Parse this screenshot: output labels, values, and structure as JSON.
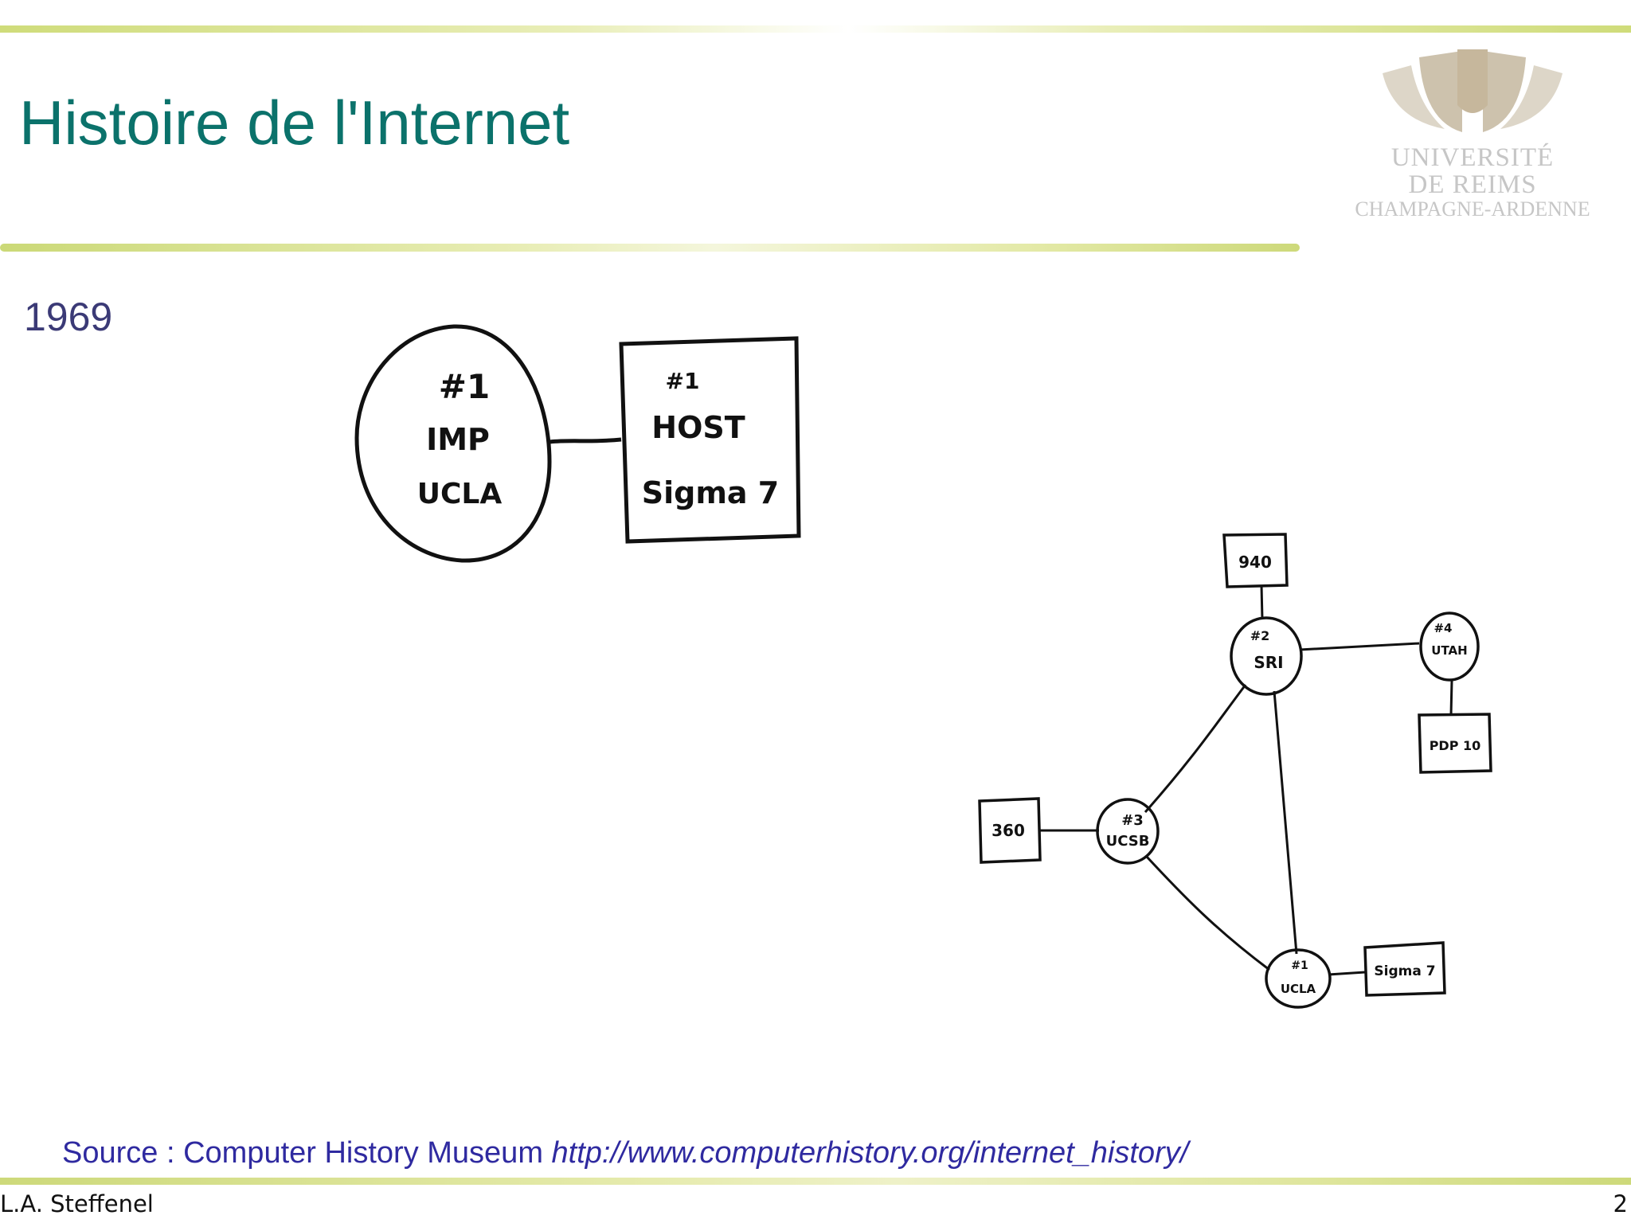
{
  "slide": {
    "title": "Histoire de l'Internet",
    "year": "1969"
  },
  "logo": {
    "line1": "UNIVERSITÉ",
    "line2": "DE REIMS",
    "line3": "CHAMPAGNE-ARDENNE"
  },
  "sketch_first": {
    "imp_number": "#1",
    "imp_label": "IMP",
    "imp_site": "UCLA",
    "host_number": "#1",
    "host_label": "HOST",
    "host_machine": "Sigma 7"
  },
  "sketch_network": {
    "host_940": "940",
    "sri_number": "#2",
    "sri_label": "SRI",
    "utah_number": "#4",
    "utah_label": "UTAH",
    "host_pdp10": "PDP 10",
    "host_360": "360",
    "ucsb_number": "#3",
    "ucsb_label": "UCSB",
    "ucla_number": "#1",
    "ucla_label": "UCLA",
    "host_sigma7": "Sigma 7"
  },
  "source": {
    "label": "Source : Computer History Museum ",
    "url": "http://www.computerhistory.org/internet_history/"
  },
  "footer": {
    "author": "L.A. Steffenel",
    "page": "2"
  },
  "colors": {
    "title": "#0b726b",
    "body_text": "#3b3a76",
    "source_text": "#2f2aa0",
    "rule": "#cdd97a"
  }
}
